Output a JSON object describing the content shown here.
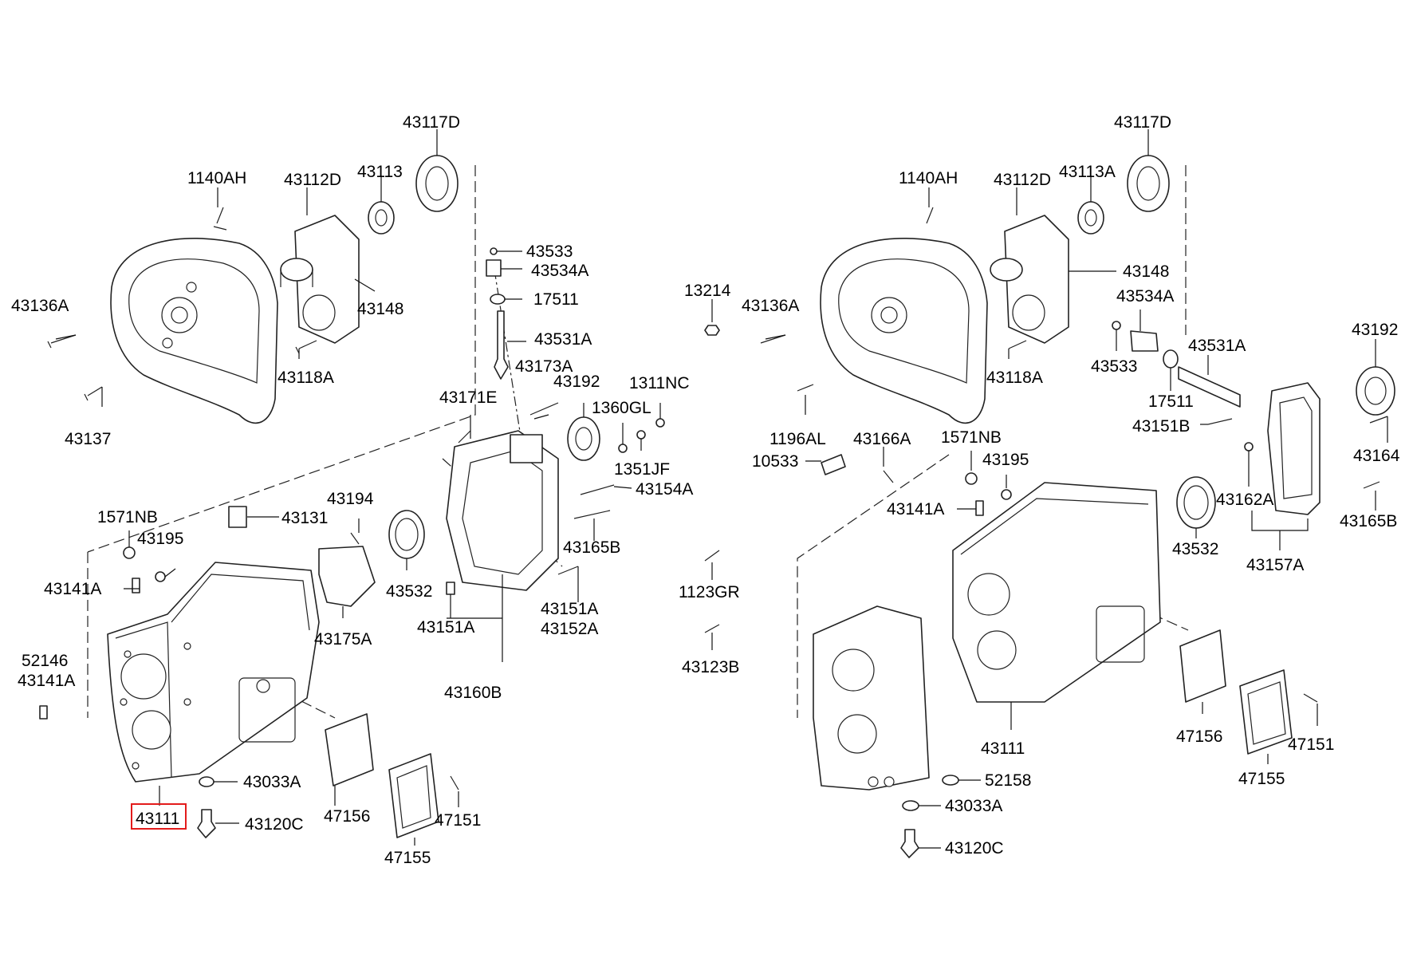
{
  "highlight_color": "#e31b1b",
  "left": {
    "selected_part": "43111",
    "labels": {
      "p43117D": "43117D",
      "p1140AH": "1140AH",
      "p43112D": "43112D",
      "p43113": "43113",
      "p43533": "43533",
      "p43534A": "43534A",
      "p17511": "17511",
      "p43136A": "43136A",
      "p43148": "43148",
      "p43531A": "43531A",
      "p43118A": "43118A",
      "p43173A": "43173A",
      "p43137": "43137",
      "p43171E": "43171E",
      "p43192": "43192",
      "p1311NC": "1311NC",
      "p1360GL": "1360GL",
      "p1351JF": "1351JF",
      "p43154A": "43154A",
      "p1571NB": "1571NB",
      "p43194": "43194",
      "p43131": "43131",
      "p43195": "43195",
      "p43165B": "43165B",
      "p43141A": "43141A",
      "p43532": "43532",
      "p43175A": "43175A",
      "p43151A_a": "43151A",
      "p43151A_b": "43151A",
      "p43152A": "43152A",
      "p52146": "52146",
      "p43141A_b": "43141A",
      "p43160B": "43160B",
      "p43033A": "43033A",
      "p47156": "47156",
      "p47151": "47151",
      "p43120C": "43120C",
      "p47155": "47155"
    }
  },
  "middle": {
    "labels": {
      "p13214": "13214",
      "p1123GR": "1123GR",
      "p43123B": "43123B"
    }
  },
  "right": {
    "labels": {
      "p43117D": "43117D",
      "p1140AH": "1140AH",
      "p43112D": "43112D",
      "p43113A": "43113A",
      "p43148": "43148",
      "p43136A": "43136A",
      "p43534A": "43534A",
      "p43192": "43192",
      "p43531A": "43531A",
      "p43533": "43533",
      "p43118A": "43118A",
      "p17511": "17511",
      "p43151B": "43151B",
      "p1196AL": "1196AL",
      "p43164": "43164",
      "p10533": "10533",
      "p43166A": "43166A",
      "p1571NB": "1571NB",
      "p43195": "43195",
      "p43141A": "43141A",
      "p43162A": "43162A",
      "p43165B": "43165B",
      "p43532": "43532",
      "p43157A": "43157A",
      "p43111": "43111",
      "p47156": "47156",
      "p47151": "47151",
      "p47155": "47155",
      "p52158": "52158",
      "p43033A": "43033A",
      "p43120C": "43120C"
    }
  }
}
